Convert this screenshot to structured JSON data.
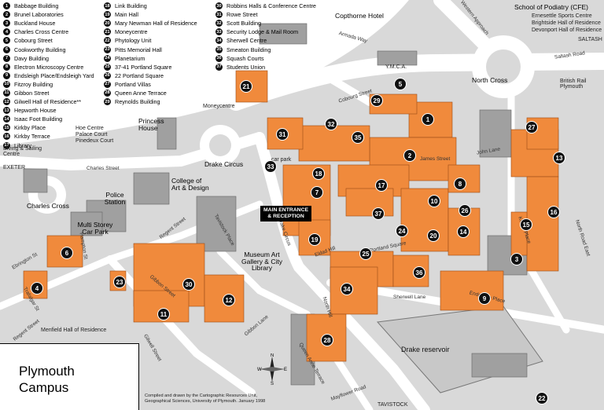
{
  "legend": [
    {
      "num": "1",
      "name": "Babbage Building"
    },
    {
      "num": "2",
      "name": "Brunel Laboratories"
    },
    {
      "num": "3",
      "name": "Buckland House"
    },
    {
      "num": "4",
      "name": "Charles Cross Centre"
    },
    {
      "num": "5",
      "name": "Cobourg Street"
    },
    {
      "num": "6",
      "name": "Cookworthy Building"
    },
    {
      "num": "7",
      "name": "Davy Building"
    },
    {
      "num": "8",
      "name": "Electron Microscopy Centre"
    },
    {
      "num": "9",
      "name": "Endsleigh Place/Endsleigh Yard"
    },
    {
      "num": "10",
      "name": "Fitzroy Building"
    },
    {
      "num": "11",
      "name": "Gibbon Street"
    },
    {
      "num": "12",
      "name": "Gilwell Hall of Residence**"
    },
    {
      "num": "13",
      "name": "Hepworth House"
    },
    {
      "num": "14",
      "name": "Isaac Foot Building"
    },
    {
      "num": "15",
      "name": "Kirkby Place"
    },
    {
      "num": "16",
      "name": "Kirkby Terrace"
    },
    {
      "num": "17",
      "name": "Library"
    },
    {
      "num": "18",
      "name": "Link Building"
    },
    {
      "num": "19",
      "name": "Main Hall"
    },
    {
      "num": "20",
      "name": "Mary Newman Hall of Residence"
    },
    {
      "num": "21",
      "name": "Moneycentre"
    },
    {
      "num": "22",
      "name": "Phytology Unit"
    },
    {
      "num": "23",
      "name": "Pitts Memorial Hall"
    },
    {
      "num": "24",
      "name": "Planetarium"
    },
    {
      "num": "25",
      "name": "37-41 Portland Square"
    },
    {
      "num": "26",
      "name": "22 Portland Square"
    },
    {
      "num": "27",
      "name": "Portland Villas"
    },
    {
      "num": "28",
      "name": "Queen Anne Terrace"
    },
    {
      "num": "29",
      "name": "Reynolds Building"
    },
    {
      "num": "30",
      "name": "Robbins Halls & Conference Centre"
    },
    {
      "num": "31",
      "name": "Rowe Street"
    },
    {
      "num": "32",
      "name": "Scott Building"
    },
    {
      "num": "33",
      "name": "Security Lodge & Mail Room"
    },
    {
      "num": "34",
      "name": "Sherwell Centre"
    },
    {
      "num": "35",
      "name": "Smeaton Building"
    },
    {
      "num": "36",
      "name": "Squash Courts"
    },
    {
      "num": "37",
      "name": "Students Union"
    }
  ],
  "markers": [
    "1",
    "2",
    "3",
    "4",
    "5",
    "6",
    "7",
    "8",
    "9",
    "10",
    "11",
    "12",
    "13",
    "14",
    "15",
    "16",
    "17",
    "18",
    "19",
    "20",
    "21",
    "22",
    "23",
    "24",
    "25",
    "26",
    "27",
    "28",
    "29",
    "30",
    "31",
    "32",
    "33",
    "34",
    "35",
    "36",
    "37"
  ],
  "places": {
    "copthorne": "Copthorne Hotel",
    "podiatry": "School of Podiatry (CFE)",
    "ernesettle": "Ernesettle Sports Centre",
    "brightside": "Brightside Hall of Residence",
    "devonport": "Devonport Hall of Residence",
    "saltash_arrow": "SALTASH",
    "north_cross": "North Cross",
    "british_rail": "British Rail Plymouth",
    "ymca": "Y.M.C.A.",
    "moneycentre": "Moneycentre",
    "princess_house": "Princess House",
    "hoe_centre": "Hoe Centre",
    "palace_court": "Palace Court",
    "pinedeux": "Pinedeux Court",
    "diving": "Diving & Sailing Centre",
    "exeter": "EXETER",
    "charles_cross": "Charles Cross",
    "drake_circus": "Drake Circus",
    "police": "Police Station",
    "multistorey": "Multi Storey Car Park",
    "college_art": "College of Art & Design",
    "museum": "Museum Art Gallery & City Library",
    "menfield": "Menfield Hall of Residence",
    "tavistock_arrow": "TAVISTOCK",
    "car_park": "car park",
    "reservoir": "Drake reservoir"
  },
  "streets": {
    "armada_way": "Armada Way",
    "western_approach": "Western Approach",
    "saltash_road": "Saltash Road",
    "cobourg_street": "Cobourg Street",
    "charles_street": "Charles Street",
    "regent_street_1": "Regent Street",
    "regent_street_2": "Regent Street",
    "tavistock_place": "Tavistock Place",
    "north_hill": "North Hill",
    "gibbon_street": "Gibbon Street",
    "gilwell_street": "Gilwell Street",
    "gibbon_lane": "Gibbon Lane",
    "queen_anne_terrace": "Queen Anne Terrace",
    "mayflower": "Mayflower Road",
    "drake_circus_st": "Drake Circus",
    "portland_square": "Portland Square",
    "endsleigh_place": "Endsleigh Place",
    "kirkby_place": "Kirkby Place",
    "north_road_east": "North Road East",
    "john_lane": "John Lane",
    "james_street": "James Street",
    "ebrington": "Ebrington St",
    "hampton": "Hampton St",
    "trafalgar": "Trafalgar St",
    "sherwell_lane": "Sherwell Lane",
    "eldad_hill": "Eldad Hill"
  },
  "main_entrance": {
    "line1": "MAIN ENTRANCE",
    "line2": "& RECEPTION"
  },
  "title": {
    "line1": "Plymouth",
    "line2": "Campus"
  },
  "credit": {
    "line1": "Compiled and drawn by the Cartographic Resources Unit,",
    "line2": "Geographical Sciences, University of Plymouth. January 1998"
  },
  "compass": {
    "n": "N",
    "s": "S",
    "e": "E",
    "w": "W"
  },
  "colors": {
    "building": "#f08a3c",
    "building_dark": "#c9652a",
    "grey_building": "#9a9a9a",
    "road": "#ffffff",
    "ground": "#d9d9d9",
    "marker": "#111111"
  }
}
